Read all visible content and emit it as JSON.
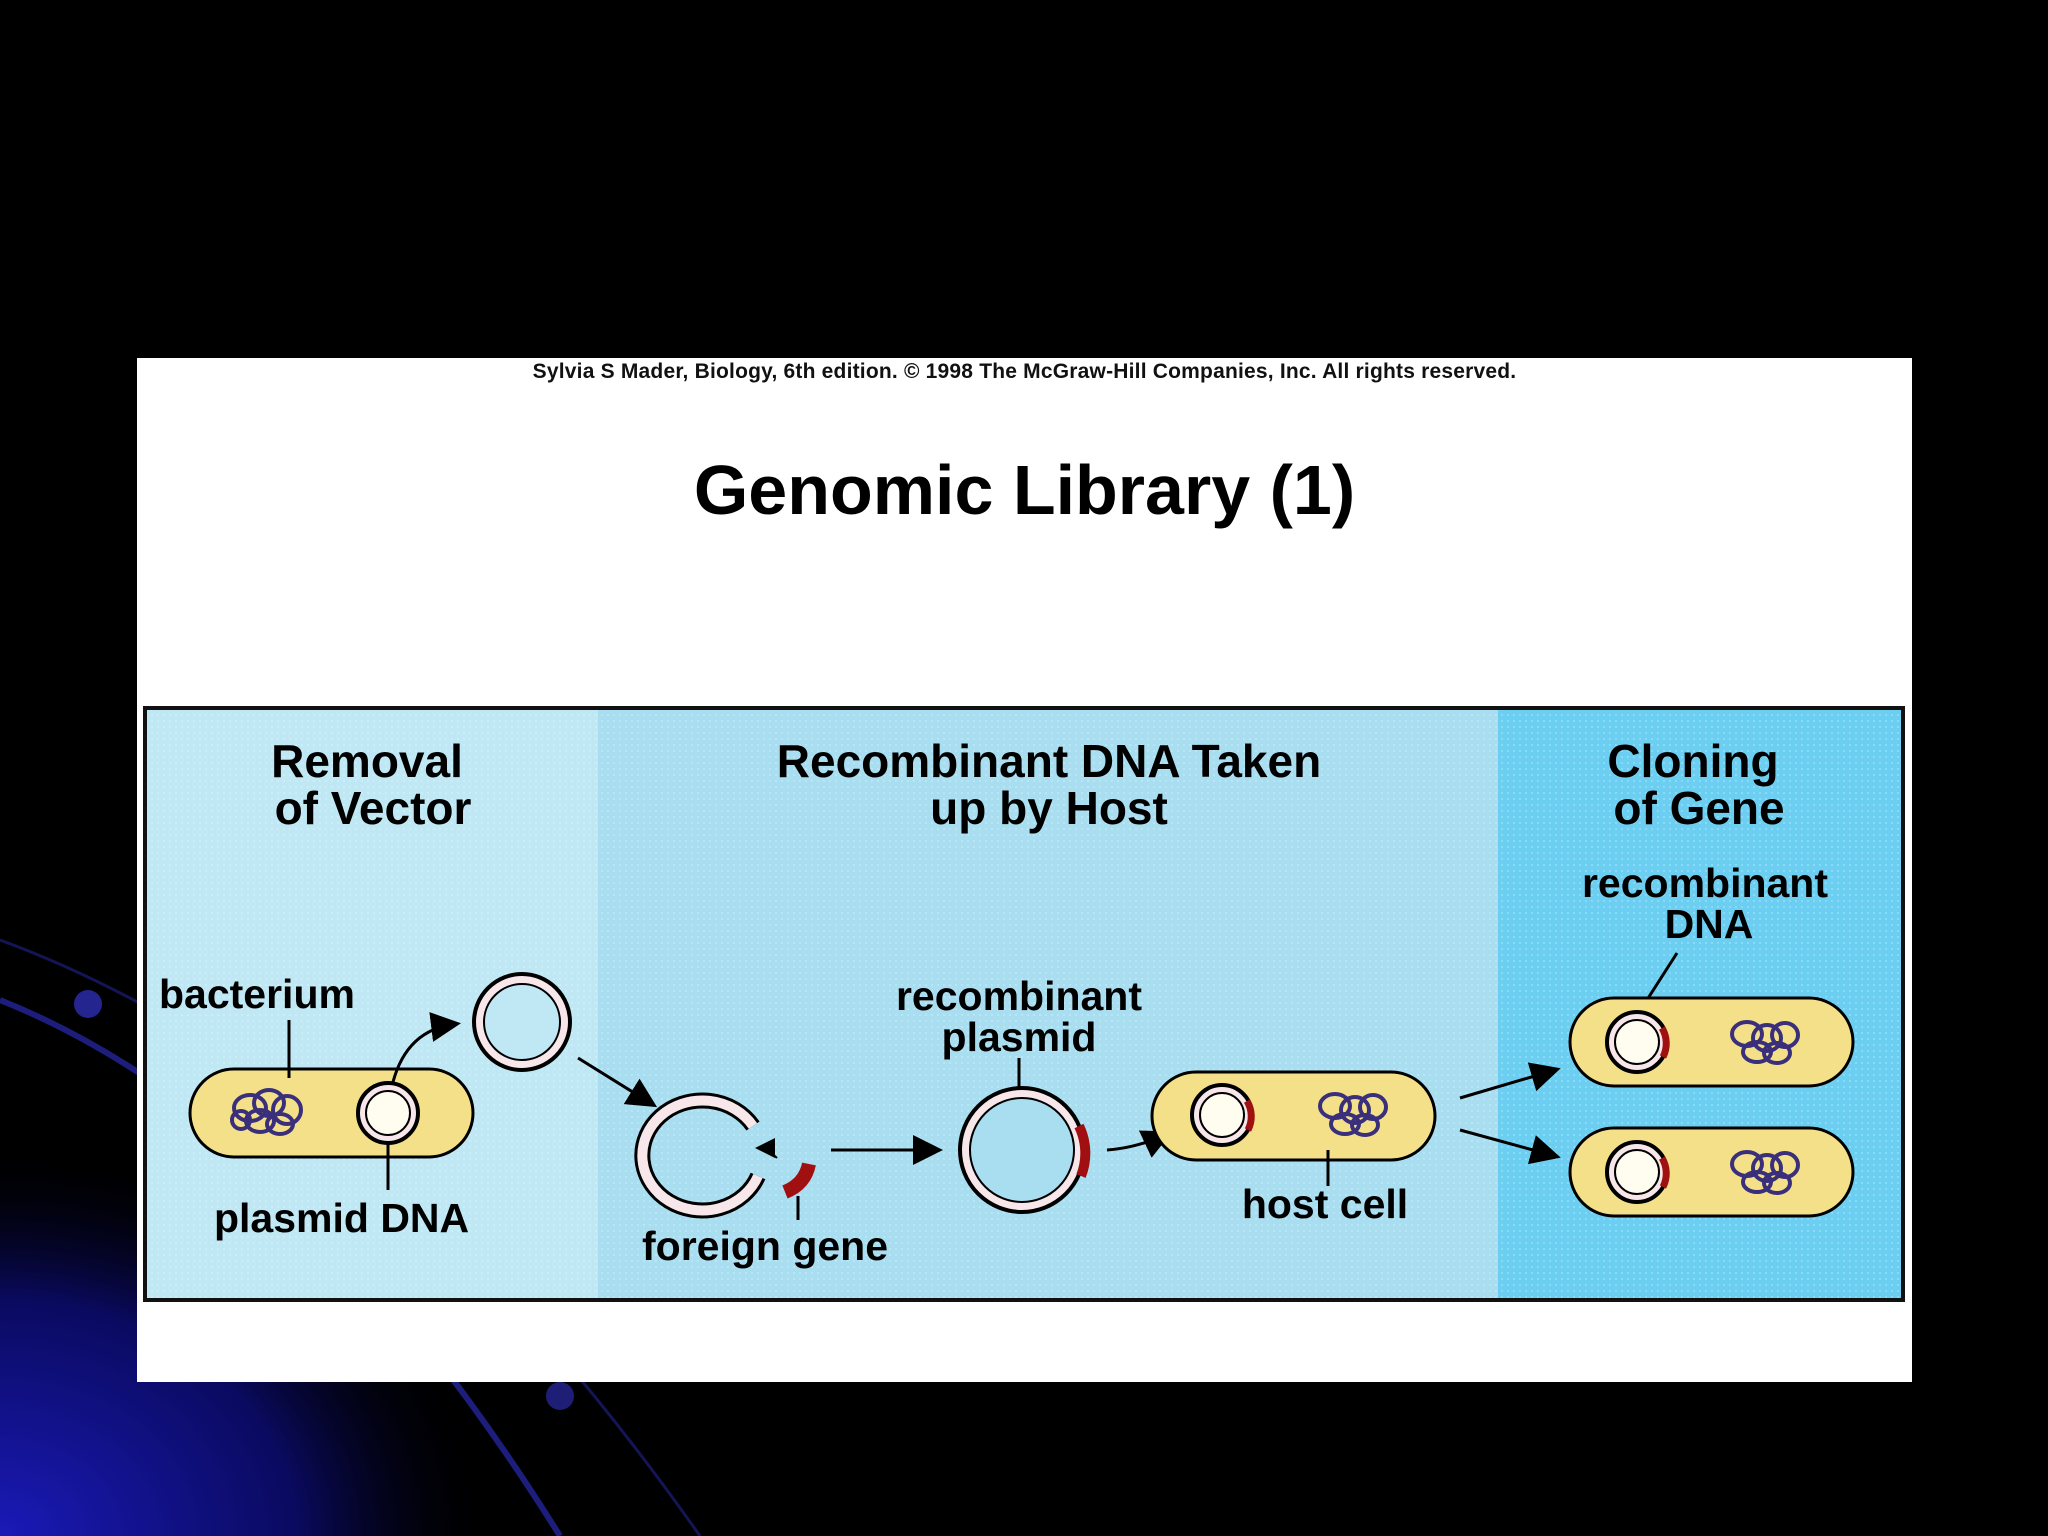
{
  "slide": {
    "background_color": "#000000",
    "accent_color": "#1a1ab8"
  },
  "figure": {
    "copyright": "Sylvia S Mader, Biology, 6th edition. © 1998  The McGraw-Hill Companies, Inc. All rights reserved.",
    "title": "Genomic Library (1)",
    "panels": [
      {
        "heading_line1": "Removal",
        "heading_line2": "of Vector",
        "color": "#bfe8f4"
      },
      {
        "heading_line1": "Recombinant DNA Taken",
        "heading_line2": "up by Host",
        "color": "#a9def1"
      },
      {
        "heading_line1": "Cloning",
        "heading_line2": "of Gene",
        "color": "#6ccff2"
      }
    ],
    "labels": {
      "bacterium": "bacterium",
      "plasmid_dna": "plasmid DNA",
      "recombinant_plasmid_line1": "recombinant",
      "recombinant_plasmid_line2": "plasmid",
      "foreign_gene": "foreign gene",
      "host_cell": "host cell",
      "recombinant_dna_line1": "recombinant",
      "recombinant_dna_line2": "DNA"
    },
    "colors": {
      "cell_fill": "#f5e08a",
      "plasmid_fill": "#f7e6ea",
      "foreign_gene": "#a01010",
      "chromosome": "#3a2f7a"
    }
  }
}
